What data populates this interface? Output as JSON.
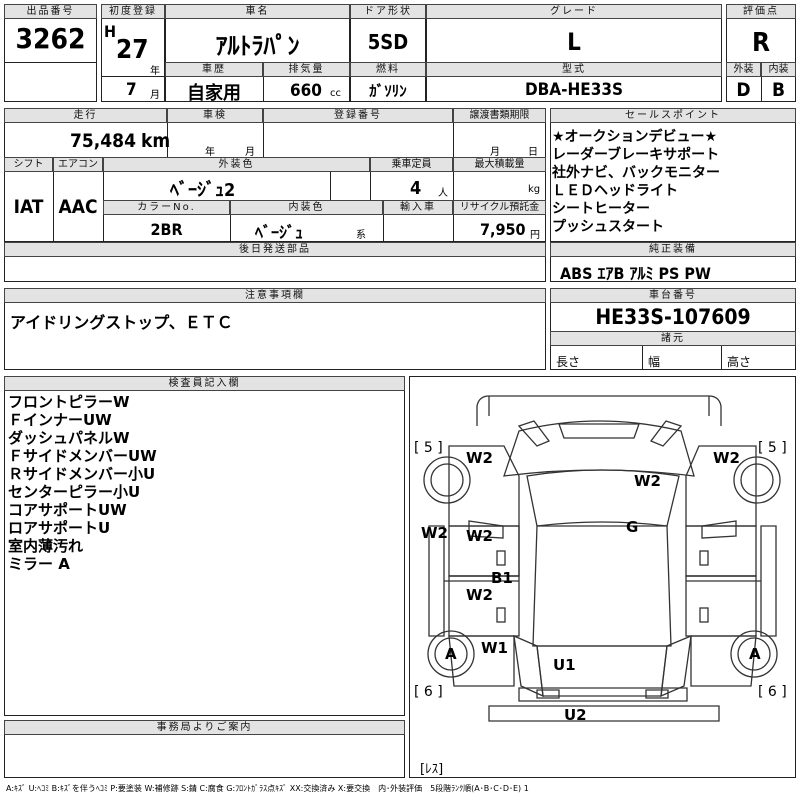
{
  "lot": {
    "label": "出品番号",
    "value": "3262"
  },
  "registration": {
    "label": "初度登録",
    "era": "H",
    "year": "27",
    "year_unit": "年",
    "month": "7",
    "month_unit": "月"
  },
  "car_name": {
    "label": "車名",
    "value": "ｱﾙﾄﾗﾊﾟﾝ"
  },
  "history": {
    "label": "車歴",
    "value": "自家用"
  },
  "displacement": {
    "label": "排気量",
    "value": "660",
    "unit": "cc"
  },
  "doors": {
    "label": "ドア形状",
    "value": "5SD"
  },
  "fuel": {
    "label": "燃料",
    "value": "ｶﾞｿﾘﾝ"
  },
  "grade": {
    "label": "グレード",
    "value": "L"
  },
  "model": {
    "label": "型式",
    "value": "DBA-HE33S"
  },
  "score": {
    "label": "評価点",
    "value": "R",
    "exterior_label": "外装",
    "exterior": "D",
    "interior_label": "内装",
    "interior": "B"
  },
  "mileage": {
    "label": "走行",
    "value": "75,484",
    "unit": "km"
  },
  "inspection": {
    "label": "車検",
    "year_unit": "年",
    "month_unit": "月"
  },
  "reg_number": {
    "label": "登録番号"
  },
  "transfer": {
    "label": "譲渡書類期限",
    "month_unit": "月",
    "day_unit": "日"
  },
  "sales_points": {
    "label": "セールスポイント",
    "items": [
      "★オークションデビュー★",
      "レーダーブレーキサポート",
      "社外ナビ、バックモニター",
      "ＬＥＤヘッドライト",
      "シートヒーター",
      "プッシュスタート"
    ]
  },
  "shift": {
    "label": "シフト",
    "value": "IAT"
  },
  "aircon": {
    "label": "エアコン",
    "value": "AAC"
  },
  "ext_color": {
    "label": "外装色",
    "value": "ﾍﾞｰｼﾞｭ2"
  },
  "capacity": {
    "label": "乗車定員",
    "value": "4",
    "unit": "人"
  },
  "max_load": {
    "label": "最大積載量",
    "unit": "kg"
  },
  "color_no": {
    "label": "カラーNo.",
    "value": "2BR"
  },
  "int_color": {
    "label": "内装色",
    "value": "ﾍﾞｰｼﾞｭ",
    "unit": "系"
  },
  "import": {
    "label": "輸入車"
  },
  "recycle": {
    "label": "リサイクル預託金",
    "value": "7,950",
    "unit": "円"
  },
  "later_parts": {
    "label": "後日発送部品"
  },
  "equipment": {
    "label": "純正装備",
    "value": "ABS ｴｱB ｱﾙﾐ PS PW"
  },
  "cautions": {
    "label": "注意事項欄",
    "value": "アイドリングストップ、ＥＴＣ"
  },
  "chassis": {
    "label": "車台番号",
    "value": "HE33S-107609"
  },
  "specs": {
    "label": "諸元",
    "length": "長さ",
    "width": "幅",
    "height": "高さ"
  },
  "inspector": {
    "label": "検査員記入欄",
    "notes": [
      "フロントピラーW",
      "ＦインナーUW",
      "ダッシュパネルW",
      "ＦサイドメンバーUW",
      "Ｒサイドメンバー小U",
      "センターピラー小U",
      "コアサポートUW",
      "ロアサポートU",
      "室内薄汚れ",
      "ミラー A"
    ]
  },
  "office": {
    "label": "事務局よりご案内"
  },
  "diagram": {
    "tire_fl": "[ 5 ]",
    "tire_fr": "[ 5 ]",
    "tire_rl": "[ 6 ]",
    "tire_rr": "[ 6 ]",
    "spare": "[ﾚｽ]",
    "marks": {
      "w2_a": "W2",
      "w2_b": "W2",
      "w2_c": "W2",
      "w2_d": "W2",
      "w2_e": "W2",
      "w2_f": "W2",
      "g": "G",
      "b1": "B1",
      "w1": "W1",
      "a_left": "A",
      "a_right": "A",
      "u1": "U1",
      "u2": "U2"
    }
  },
  "legend": "A:ｷｽﾞ U:ﾍｺﾐ B:ｷｽﾞを伴うﾍｺﾐ P:要塗装 W:補修跡 S:錆 C:腐食 G:ﾌﾛﾝﾄｶﾞﾗｽ点ｷｽﾞ XX:交換済み X:要交換　内･外装評価　5段階ﾗﾝｸ順(A･B･C･D･E) 1"
}
